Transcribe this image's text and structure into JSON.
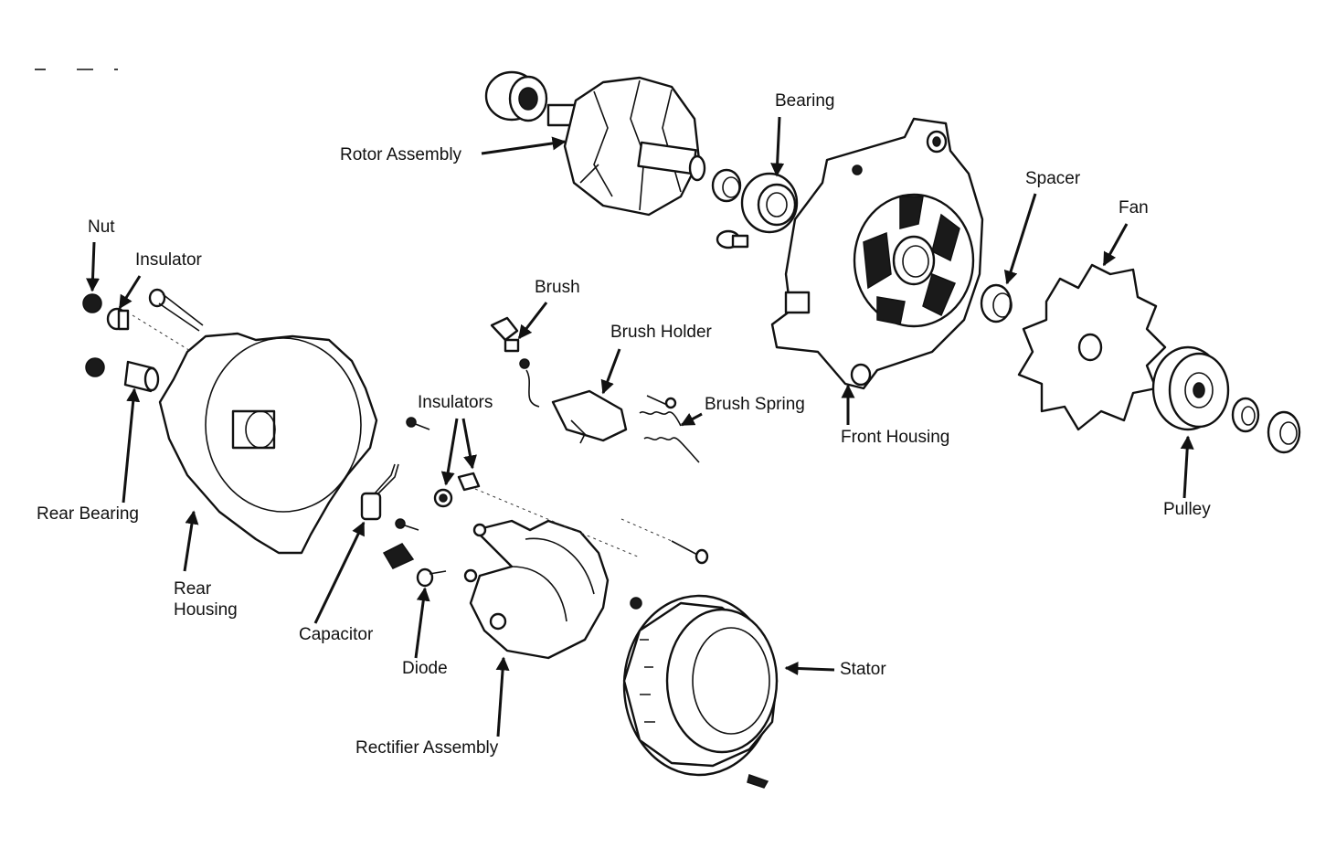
{
  "diagram": {
    "labels": {
      "rotor_assembly": "Rotor Assembly",
      "bearing": "Bearing",
      "spacer": "Spacer",
      "fan": "Fan",
      "nut": "Nut",
      "insulator": "Insulator",
      "brush": "Brush",
      "brush_holder": "Brush Holder",
      "brush_spring": "Brush Spring",
      "front_housing": "Front Housing",
      "insulators": "Insulators",
      "rear_bearing": "Rear Bearing",
      "rear_housing_1": "Rear",
      "rear_housing_2": "Housing",
      "capacitor": "Capacitor",
      "diode": "Diode",
      "stator": "Stator",
      "pulley": "Pulley",
      "rectifier_assembly": "Rectifier Assembly"
    }
  }
}
